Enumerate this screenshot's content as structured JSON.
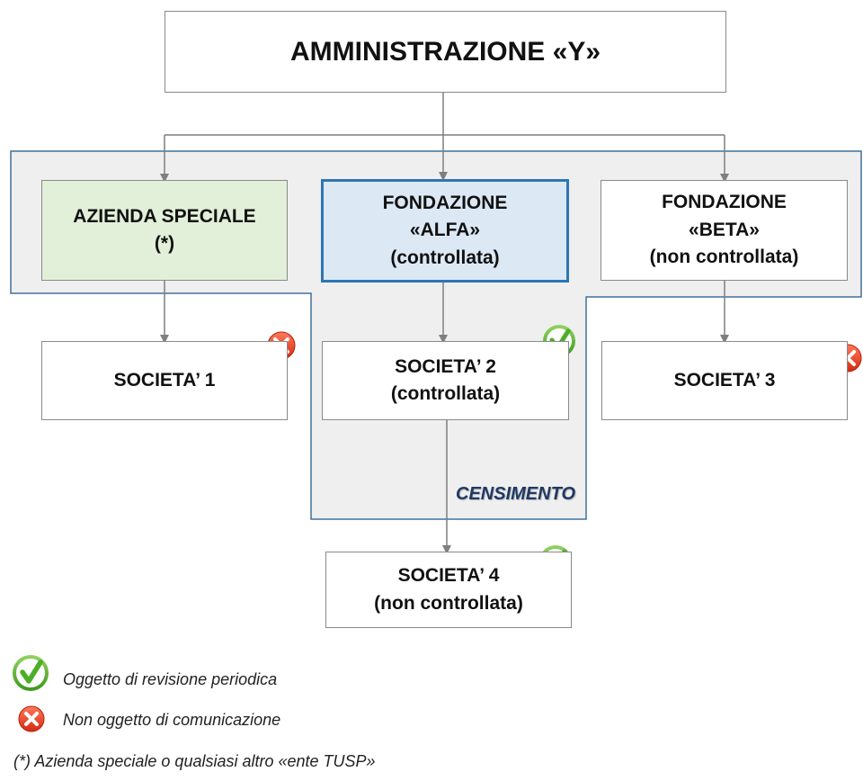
{
  "title": "AMMINISTRAZIONE «Y»",
  "census_label": "CENSIMENTO",
  "entities": {
    "azienda": [
      "AZIENDA SPECIALE",
      "(*)"
    ],
    "alfa": [
      "FONDAZIONE",
      "«ALFA»",
      "(controllata)"
    ],
    "beta": [
      "FONDAZIONE",
      "«BETA»",
      "(non controllata)"
    ]
  },
  "companies": {
    "s1": [
      "SOCIETA’ 1"
    ],
    "s2": [
      "SOCIETA’ 2",
      "(controllata)"
    ],
    "s3": [
      "SOCIETA’ 3"
    ],
    "s4": [
      "SOCIETA’ 4",
      "(non controllata)"
    ]
  },
  "status": {
    "s1": "cross",
    "s2": "check",
    "s3": "cross",
    "s4": "check"
  },
  "legend": {
    "check": "Oggetto di revisione periodica",
    "cross": "Non oggetto di comunicazione",
    "note": "(*) Azienda speciale o qualsiasi altro «ente TUSP»"
  },
  "colors": {
    "census_area_fill": "#efefef",
    "census_area_border": "#41719c",
    "azienda_fill": "#e2efd9",
    "alfa_fill": "#dde8f5",
    "alfa_border": "#2e75b6",
    "connector": "#7f7f7f",
    "check_green": "#5ab22e",
    "cross_red": "#e8402a",
    "census_text": "#1f3864"
  }
}
